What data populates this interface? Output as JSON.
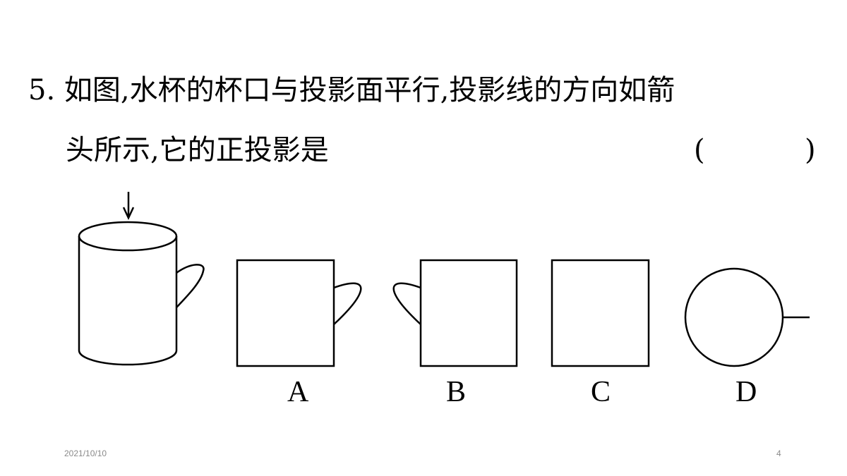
{
  "question": {
    "line1": "5. 如图,水杯的杯口与投影面平行,投影线的方向如箭",
    "line2": "头所示,它的正投影是",
    "paren_open": "(",
    "paren_close": ")"
  },
  "options": [
    "A",
    "B",
    "C",
    "D"
  ],
  "footer": {
    "date": "2021/10/10",
    "page": "4"
  }
}
